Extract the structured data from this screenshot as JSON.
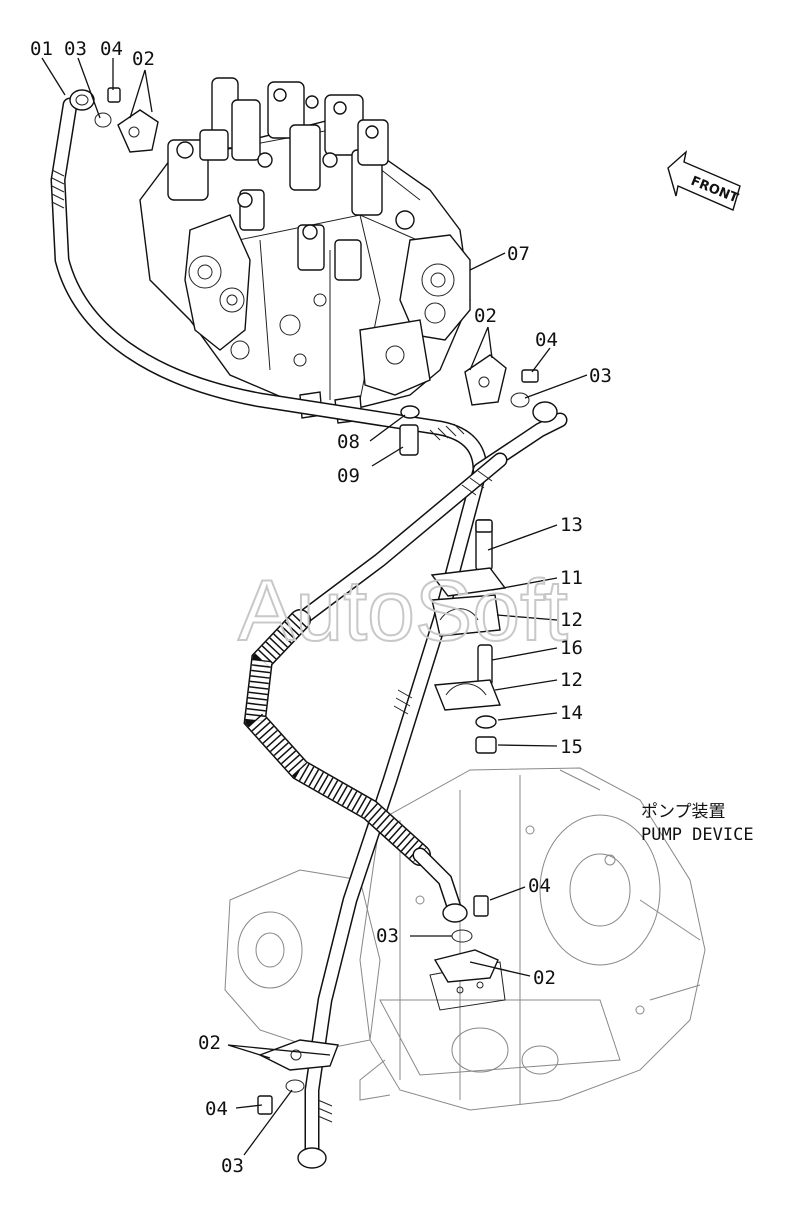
{
  "watermark": "AutoSoft",
  "front_arrow": {
    "label": "FRONT"
  },
  "pump_note": {
    "jp": "ポンプ装置",
    "en": "PUMP DEVICE"
  },
  "callouts": {
    "c01": "01",
    "c03a": "03",
    "c04a": "04",
    "c02a": "02",
    "c07": "07",
    "c02b": "02",
    "c04b": "04",
    "c03b": "03",
    "c08": "08",
    "c09": "09",
    "c13": "13",
    "c11": "11",
    "c12a": "12",
    "c16": "16",
    "c12b": "12",
    "c14": "14",
    "c15": "15",
    "c04c": "04",
    "c03c": "03",
    "c02c": "02",
    "c02d": "02",
    "c04d": "04",
    "c03d": "03"
  }
}
